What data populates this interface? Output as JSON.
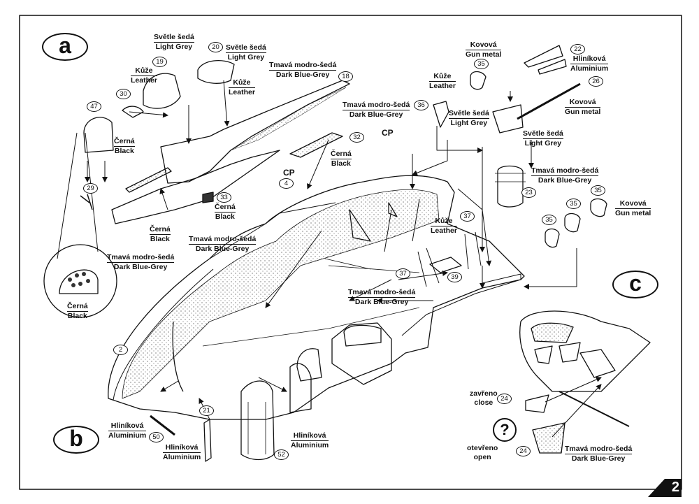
{
  "sections": {
    "a": "a",
    "b": "b",
    "c": "c"
  },
  "cp_marks": [
    "CP",
    "CP"
  ],
  "page_number": "2",
  "help_mark": "?",
  "parts": {
    "p2": "2",
    "p4": "4",
    "p18": "18",
    "p19": "19",
    "p20": "20",
    "p21": "21",
    "p22": "22",
    "p23": "23",
    "p24a": "24",
    "p24b": "24",
    "p26": "26",
    "p29": "29",
    "p30": "30",
    "p32": "32",
    "p33": "33",
    "p35a": "35",
    "p35b": "35",
    "p35c": "35",
    "p35d": "35",
    "p36": "36",
    "p37a": "37",
    "p37b": "37",
    "p39": "39",
    "p47": "47",
    "p50": "50",
    "p52": "52"
  },
  "labels": {
    "light_grey_19": {
      "cz": "Světle šedá",
      "en": "Light Grey"
    },
    "light_grey_20": {
      "cz": "Světle šedá",
      "en": "Light Grey"
    },
    "leather_19": {
      "cz": "Kůže",
      "en": "Leather"
    },
    "leather_20": {
      "cz": "Kůže",
      "en": "Leather"
    },
    "dbg_18": {
      "cz": "Tmavá modro-šedá",
      "en": "Dark Blue-Grey"
    },
    "black_47": {
      "cz": "Černá",
      "en": "Black"
    },
    "black_33": {
      "cz": "Černá",
      "en": "Black"
    },
    "black_floor": {
      "cz": "Černá",
      "en": "Black"
    },
    "dbg_panel": {
      "cz": "Tmavá modro-šedá",
      "en": "Dark Blue-Grey"
    },
    "black_panel": {
      "cz": "Černá",
      "en": "Black"
    },
    "dbg_2": {
      "cz": "Tmavá modro-šedá",
      "en": "Dark Blue-Grey"
    },
    "alu_2": {
      "cz": "Hliníková",
      "en": "Aluminium"
    },
    "alu_50": {
      "cz": "Hliníková",
      "en": "Aluminium"
    },
    "alu_52": {
      "cz": "Hliníková",
      "en": "Aluminium"
    },
    "dbg_top": {
      "cz": "Tmavá modro-šedá",
      "en": "Dark Blue-Grey"
    },
    "black_32": {
      "cz": "Černá",
      "en": "Black"
    },
    "leather_37": {
      "cz": "Kůže",
      "en": "Leather"
    },
    "dbg_mid": {
      "cz": "Tmavá modro-šedá",
      "en": "Dark Blue-Grey"
    },
    "gunmetal_35": {
      "cz": "Kovová",
      "en": "Gun metal"
    },
    "alu_22": {
      "cz": "Hliníková",
      "en": "Aluminium"
    },
    "gunmetal_26": {
      "cz": "Kovová",
      "en": "Gun metal"
    },
    "leather_36": {
      "cz": "Kůže",
      "en": "Leather"
    },
    "light_grey_36": {
      "cz": "Světle šedá",
      "en": "Light Grey"
    },
    "light_grey_gun": {
      "cz": "Světle šedá",
      "en": "Light Grey"
    },
    "dbg_23": {
      "cz": "Tmavá modro-šedá",
      "en": "Dark Blue-Grey"
    },
    "gunmetal_c": {
      "cz": "Kovová",
      "en": "Gun metal"
    },
    "closed": {
      "cz": "zavřeno",
      "en": "close"
    },
    "open": {
      "cz": "otevřeno",
      "en": "open"
    },
    "dbg_24": {
      "cz": "Tmavá modro-šedá",
      "en": "Dark Blue-Grey"
    }
  }
}
